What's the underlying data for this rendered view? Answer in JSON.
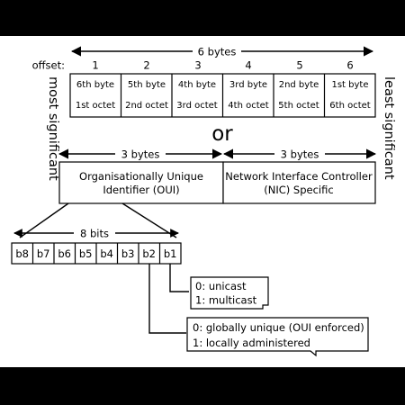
{
  "top_span_label": "6 bytes",
  "offset_label": "offset:",
  "offsets": [
    "1",
    "2",
    "3",
    "4",
    "5",
    "6"
  ],
  "bytes": [
    {
      "byte": "6th byte",
      "octet": "1st octet"
    },
    {
      "byte": "5th byte",
      "octet": "2nd octet"
    },
    {
      "byte": "4th byte",
      "octet": "3rd octet"
    },
    {
      "byte": "3rd byte",
      "octet": "4th octet"
    },
    {
      "byte": "2nd byte",
      "octet": "5th octet"
    },
    {
      "byte": "1st byte",
      "octet": "6th octet"
    }
  ],
  "left_side_label": "most significant",
  "right_side_label": "least significant",
  "or_label": "or",
  "oui": {
    "span_label": "3 bytes",
    "line1": "Organisationally Unique",
    "line2": "Identifier (OUI)"
  },
  "nic": {
    "span_label": "3 bytes",
    "line1": "Network Interface Controller",
    "line2": "(NIC) Specific"
  },
  "bits_span_label": "8 bits",
  "bits": [
    "b8",
    "b7",
    "b6",
    "b5",
    "b4",
    "b3",
    "b2",
    "b1"
  ],
  "b1_meaning": {
    "line1": "0: unicast",
    "line2": "1: multicast"
  },
  "b2_meaning": {
    "line1": "0: globally unique (OUI enforced)",
    "line2": "1: locally administered"
  },
  "colors": {
    "line": "#000000",
    "panel": "#ffffff",
    "frame": "#000000"
  }
}
